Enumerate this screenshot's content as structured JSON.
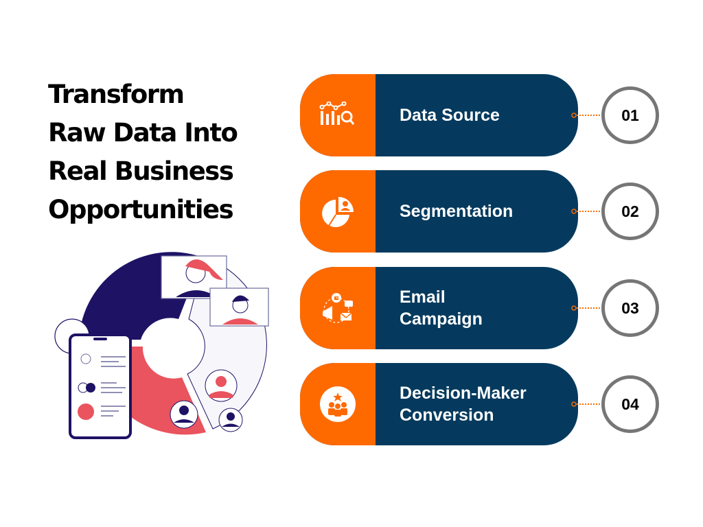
{
  "title": {
    "lines": [
      "Transform",
      "Raw Data Into",
      "Real Business",
      "Opportunities"
    ]
  },
  "steps": [
    {
      "label": "Data Source",
      "number": "01",
      "icon": "chart-magnifier-icon"
    },
    {
      "label": "Segmentation",
      "number": "02",
      "icon": "pie-chart-user-icon"
    },
    {
      "label": "Email Campaign",
      "number": "03",
      "icon": "megaphone-email-icon"
    },
    {
      "label": "Decision-Maker Conversion",
      "number": "04",
      "icon": "team-star-icon"
    }
  ],
  "colors": {
    "orange": "#ff6a00",
    "navy": "#053a5e",
    "ring": "#767676",
    "illus_navy": "#1e1265",
    "illus_red": "#e9545e"
  }
}
